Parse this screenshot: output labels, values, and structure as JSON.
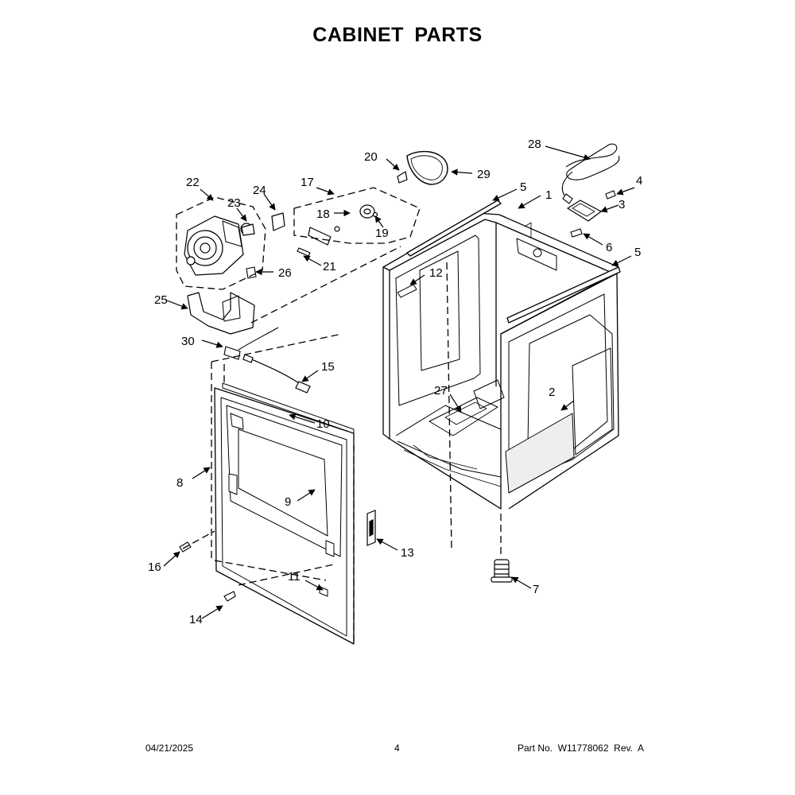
{
  "page": {
    "title": "CABINET PARTS"
  },
  "callouts": [
    {
      "id": "c1",
      "text": "1"
    },
    {
      "id": "c2",
      "text": "2"
    },
    {
      "id": "c3",
      "text": "3"
    },
    {
      "id": "c4",
      "text": "4"
    },
    {
      "id": "c5a",
      "text": "5"
    },
    {
      "id": "c5b",
      "text": "5"
    },
    {
      "id": "c6",
      "text": "6"
    },
    {
      "id": "c7",
      "text": "7"
    },
    {
      "id": "c8",
      "text": "8"
    },
    {
      "id": "c9",
      "text": "9"
    },
    {
      "id": "c10",
      "text": "10"
    },
    {
      "id": "c11",
      "text": "11"
    },
    {
      "id": "c12",
      "text": "12"
    },
    {
      "id": "c13",
      "text": "13"
    },
    {
      "id": "c14",
      "text": "14"
    },
    {
      "id": "c15",
      "text": "15"
    },
    {
      "id": "c16",
      "text": "16"
    },
    {
      "id": "c17",
      "text": "17"
    },
    {
      "id": "c18",
      "text": "18"
    },
    {
      "id": "c19",
      "text": "19"
    },
    {
      "id": "c20",
      "text": "20"
    },
    {
      "id": "c21",
      "text": "21"
    },
    {
      "id": "c22",
      "text": "22"
    },
    {
      "id": "c23",
      "text": "23"
    },
    {
      "id": "c24",
      "text": "24"
    },
    {
      "id": "c25",
      "text": "25"
    },
    {
      "id": "c26",
      "text": "26"
    },
    {
      "id": "c27",
      "text": "27"
    },
    {
      "id": "c28",
      "text": "28"
    },
    {
      "id": "c29",
      "text": "29"
    },
    {
      "id": "c30",
      "text": "30"
    }
  ],
  "footer": {
    "date": "04/21/2025",
    "page_number": "4",
    "part_number": "Part No.  W11778062  Rev.  A"
  }
}
